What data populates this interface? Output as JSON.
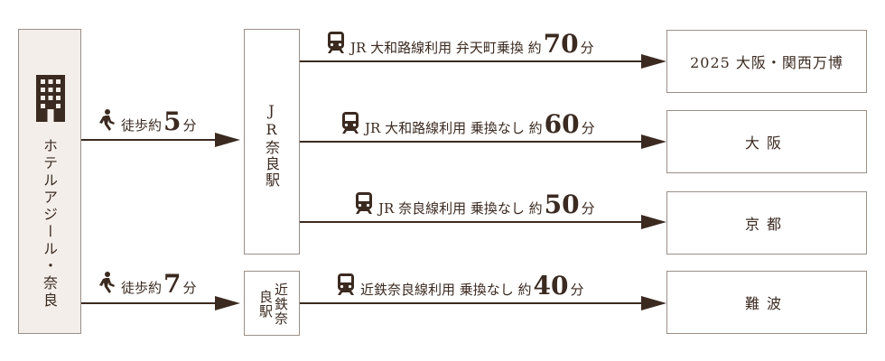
{
  "hotel": {
    "name": "ホテルアジール・奈良",
    "icon": "building-icon"
  },
  "stations": {
    "jr_nara": "JR奈良駅",
    "kintetsu_nara": "近鉄奈良駅"
  },
  "walks": [
    {
      "text": "徒歩約",
      "num": "5",
      "unit": "分",
      "icon": "walking-person-icon"
    },
    {
      "text": "徒歩約",
      "num": "7",
      "unit": "分",
      "icon": "walking-person-icon"
    }
  ],
  "routes": [
    {
      "text": "JR 大和路線利用 弁天町乗換 約",
      "num": "70",
      "unit": "分",
      "icon": "train-icon"
    },
    {
      "text": "JR 大和路線利用 乗換なし 約",
      "num": "60",
      "unit": "分",
      "icon": "train-icon"
    },
    {
      "text": "JR 奈良線利用 乗換なし 約",
      "num": "50",
      "unit": "分",
      "icon": "train-icon"
    },
    {
      "text": "近鉄奈良線利用 乗換なし 約",
      "num": "40",
      "unit": "分",
      "icon": "train-icon"
    }
  ],
  "destinations": {
    "expo": "2025 大阪・関西万博",
    "osaka": "大阪",
    "kyoto": "京都",
    "namba": "難波"
  },
  "colors": {
    "line": "#3b2a20",
    "hotel_bg": "#f3eeea",
    "border": "#9a8f88"
  }
}
